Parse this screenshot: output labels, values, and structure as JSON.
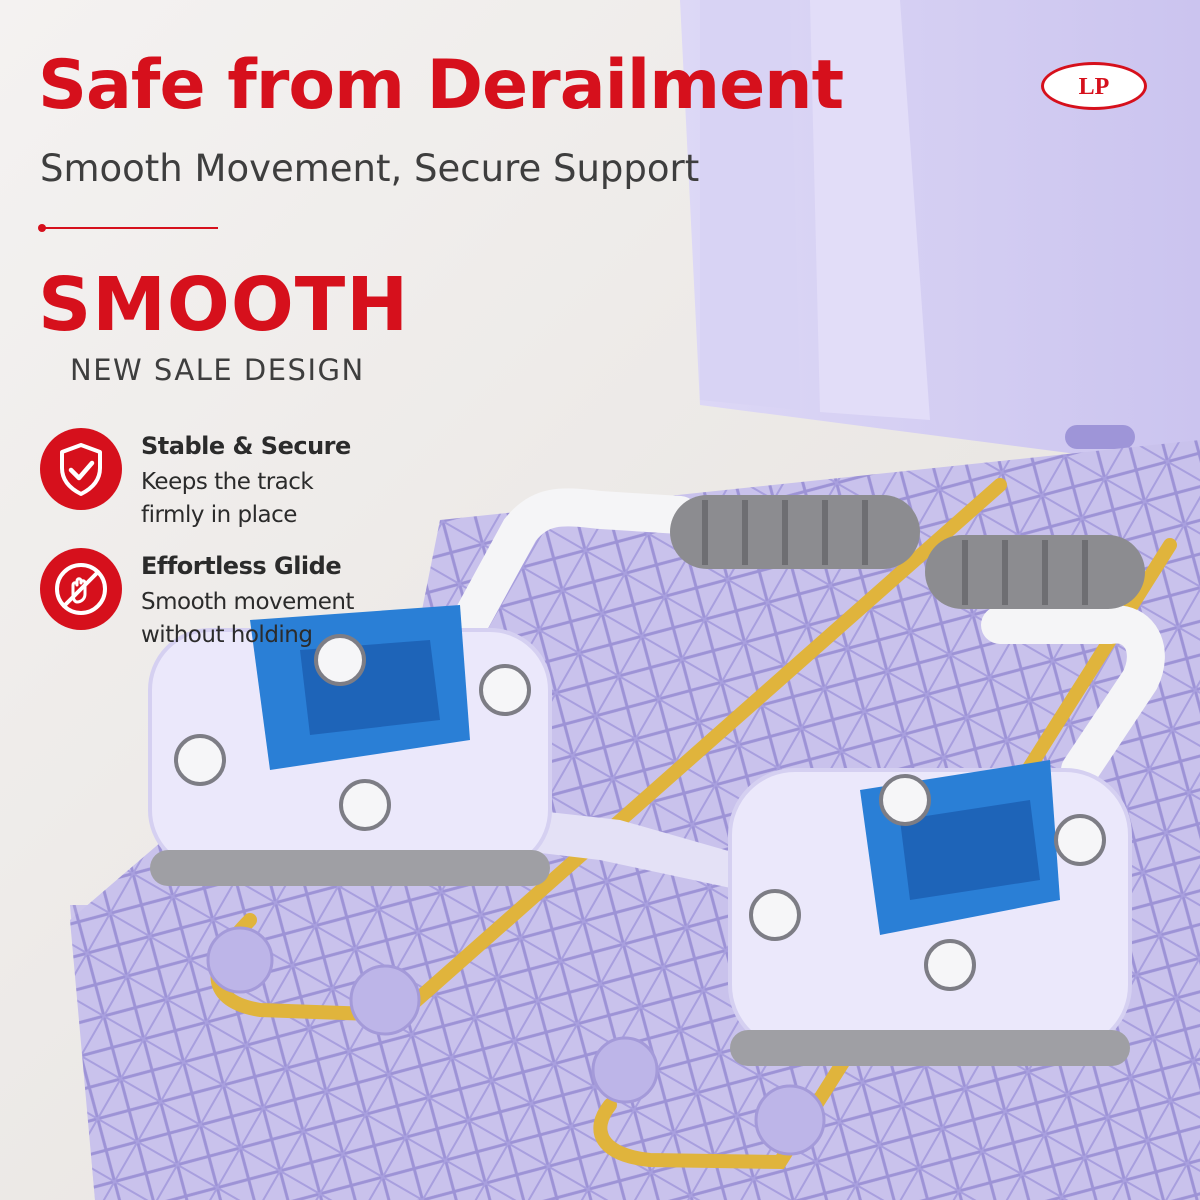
{
  "headline": "Safe from Derailment",
  "subheadline": "Smooth Movement, Secure Support",
  "feature_word": "SMOOTH",
  "tagline": "NEW SALE DESIGN",
  "brand_logo": "LP",
  "colors": {
    "accent_red": "#d6101c",
    "text_dark": "#2b2b2b",
    "board_lavender": "#c8c0ec",
    "rail_gold": "#e0b43c",
    "slider_blue": "#2a7fd6"
  },
  "features": [
    {
      "title": "Stable & Secure",
      "desc": [
        "Keeps the track",
        "firmly in place"
      ],
      "icon": "shield-check-icon"
    },
    {
      "title": "Effortless Glide",
      "desc": [
        "Smooth movement",
        "without holding"
      ],
      "icon": "no-hands-icon"
    }
  ]
}
